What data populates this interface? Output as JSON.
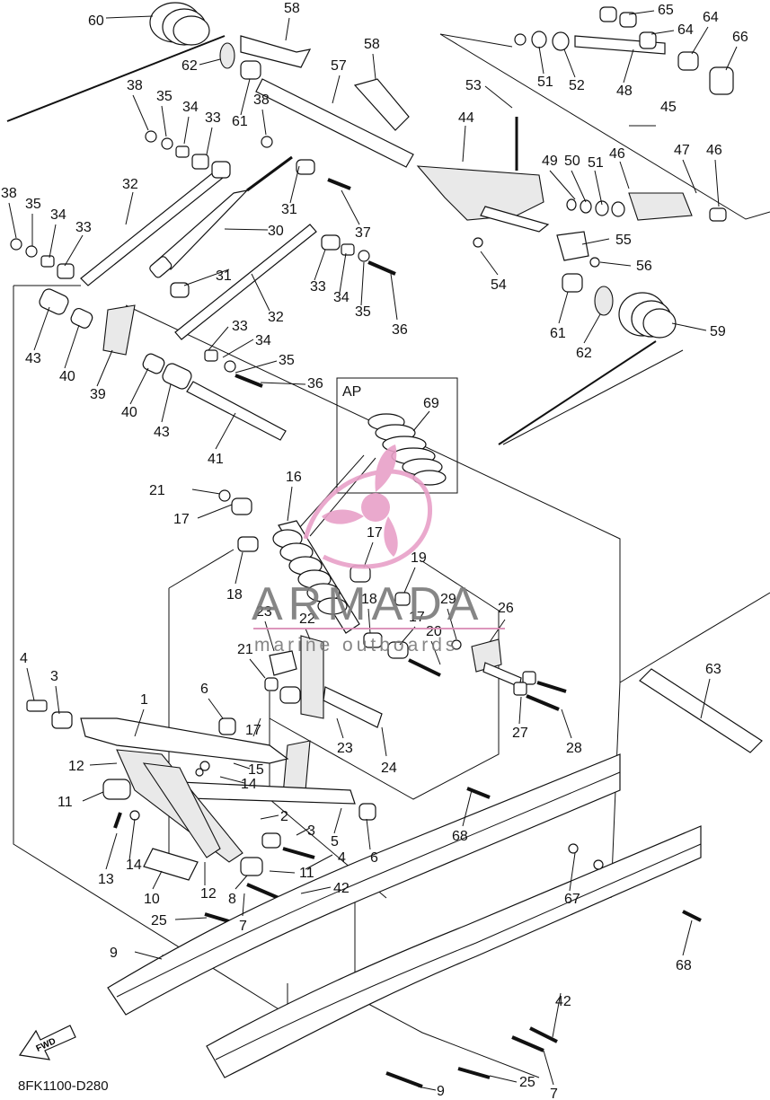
{
  "diagram": {
    "drawing_code": "8FK1100-D280",
    "ap_box_label": "AP",
    "fwd_label": "FWD",
    "watermark": {
      "brand": "ARMADA",
      "tagline": "marine outboards",
      "color": "#e8a0c8"
    },
    "part_labels": [
      {
        "id": "l60",
        "text": "60"
      },
      {
        "id": "l58a",
        "text": "58"
      },
      {
        "id": "l58b",
        "text": "58"
      },
      {
        "id": "l62a",
        "text": "62"
      },
      {
        "id": "l57",
        "text": "57"
      },
      {
        "id": "l61a",
        "text": "61"
      },
      {
        "id": "l38a",
        "text": "38"
      },
      {
        "id": "l35a",
        "text": "35"
      },
      {
        "id": "l34a",
        "text": "34"
      },
      {
        "id": "l33a",
        "text": "33"
      },
      {
        "id": "l38b",
        "text": "38"
      },
      {
        "id": "l32a",
        "text": "32"
      },
      {
        "id": "l38c",
        "text": "38"
      },
      {
        "id": "l35b",
        "text": "35"
      },
      {
        "id": "l34b",
        "text": "34"
      },
      {
        "id": "l33b",
        "text": "33"
      },
      {
        "id": "l31a",
        "text": "31"
      },
      {
        "id": "l37",
        "text": "37"
      },
      {
        "id": "l30",
        "text": "30"
      },
      {
        "id": "l31b",
        "text": "31"
      },
      {
        "id": "l33c",
        "text": "33"
      },
      {
        "id": "l34c",
        "text": "34"
      },
      {
        "id": "l35c",
        "text": "35"
      },
      {
        "id": "l36a",
        "text": "36"
      },
      {
        "id": "l32b",
        "text": "32"
      },
      {
        "id": "l43a",
        "text": "43"
      },
      {
        "id": "l40a",
        "text": "40"
      },
      {
        "id": "l39",
        "text": "39"
      },
      {
        "id": "l33d",
        "text": "33"
      },
      {
        "id": "l34d",
        "text": "34"
      },
      {
        "id": "l35d",
        "text": "35"
      },
      {
        "id": "l36b",
        "text": "36"
      },
      {
        "id": "l40b",
        "text": "40"
      },
      {
        "id": "l43b",
        "text": "43"
      },
      {
        "id": "l41",
        "text": "41"
      },
      {
        "id": "l65",
        "text": "65"
      },
      {
        "id": "l64a",
        "text": "64"
      },
      {
        "id": "l64b",
        "text": "64"
      },
      {
        "id": "l66",
        "text": "66"
      },
      {
        "id": "l51a",
        "text": "51"
      },
      {
        "id": "l52",
        "text": "52"
      },
      {
        "id": "l48",
        "text": "48"
      },
      {
        "id": "l53",
        "text": "53"
      },
      {
        "id": "l44",
        "text": "44"
      },
      {
        "id": "l45",
        "text": "45"
      },
      {
        "id": "l46a",
        "text": "46"
      },
      {
        "id": "l47",
        "text": "47"
      },
      {
        "id": "l46b",
        "text": "46"
      },
      {
        "id": "l49",
        "text": "49"
      },
      {
        "id": "l50",
        "text": "50"
      },
      {
        "id": "l51b",
        "text": "51"
      },
      {
        "id": "l55",
        "text": "55"
      },
      {
        "id": "l56",
        "text": "56"
      },
      {
        "id": "l54",
        "text": "54"
      },
      {
        "id": "l61b",
        "text": "61"
      },
      {
        "id": "l62b",
        "text": "62"
      },
      {
        "id": "l59",
        "text": "59"
      },
      {
        "id": "l69",
        "text": "69"
      },
      {
        "id": "l16",
        "text": "16"
      },
      {
        "id": "l21",
        "text": "21"
      },
      {
        "id": "l17a",
        "text": "17"
      },
      {
        "id": "l18a",
        "text": "18"
      },
      {
        "id": "l17b",
        "text": "17"
      },
      {
        "id": "l19",
        "text": "19"
      },
      {
        "id": "l18b",
        "text": "18"
      },
      {
        "id": "l17c",
        "text": "17"
      },
      {
        "id": "l29",
        "text": "29"
      },
      {
        "id": "l26",
        "text": "26"
      },
      {
        "id": "l20",
        "text": "20"
      },
      {
        "id": "l23a",
        "text": "23"
      },
      {
        "id": "l22",
        "text": "22"
      },
      {
        "id": "l21b",
        "text": "21"
      },
      {
        "id": "l6a",
        "text": "6"
      },
      {
        "id": "l17d",
        "text": "17"
      },
      {
        "id": "l23b",
        "text": "23"
      },
      {
        "id": "l24",
        "text": "24"
      },
      {
        "id": "l27",
        "text": "27"
      },
      {
        "id": "l28",
        "text": "28"
      },
      {
        "id": "l63",
        "text": "63"
      },
      {
        "id": "l4a",
        "text": "4"
      },
      {
        "id": "l3a",
        "text": "3"
      },
      {
        "id": "l1",
        "text": "1"
      },
      {
        "id": "l12a",
        "text": "12"
      },
      {
        "id": "l15",
        "text": "15"
      },
      {
        "id": "l14a",
        "text": "14"
      },
      {
        "id": "l11a",
        "text": "11"
      },
      {
        "id": "l2",
        "text": "2"
      },
      {
        "id": "l3b",
        "text": "3"
      },
      {
        "id": "l5",
        "text": "5"
      },
      {
        "id": "l6b",
        "text": "6"
      },
      {
        "id": "l4b",
        "text": "4"
      },
      {
        "id": "l13",
        "text": "13"
      },
      {
        "id": "l14b",
        "text": "14"
      },
      {
        "id": "l10",
        "text": "10"
      },
      {
        "id": "l12b",
        "text": "12"
      },
      {
        "id": "l8",
        "text": "8"
      },
      {
        "id": "l11b",
        "text": "11"
      },
      {
        "id": "l42a",
        "text": "42"
      },
      {
        "id": "l25a",
        "text": "25"
      },
      {
        "id": "l7a",
        "text": "7"
      },
      {
        "id": "l68a",
        "text": "68"
      },
      {
        "id": "l67",
        "text": "67"
      },
      {
        "id": "l68b",
        "text": "68"
      },
      {
        "id": "l9a",
        "text": "9"
      },
      {
        "id": "l42b",
        "text": "42"
      },
      {
        "id": "l25b",
        "text": "25"
      },
      {
        "id": "l9b",
        "text": "9"
      },
      {
        "id": "l7b",
        "text": "7"
      }
    ]
  }
}
